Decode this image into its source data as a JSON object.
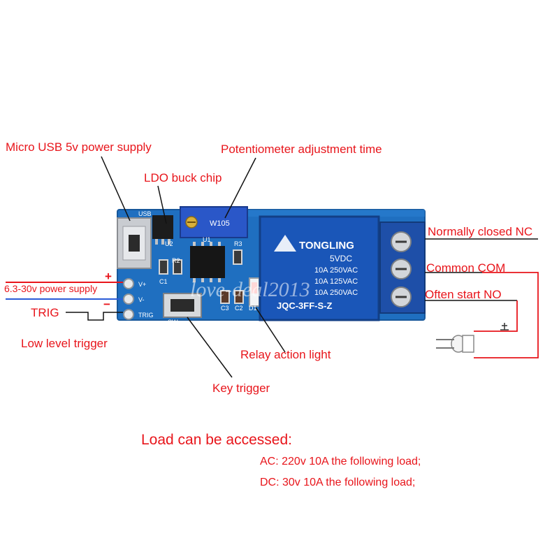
{
  "labels": {
    "micro_usb": "Micro USB 5v power supply",
    "potentiometer": "Potentiometer adjustment time",
    "ldo": "LDO buck chip",
    "normally_closed": "Normally closed NC",
    "common": "Common COM",
    "often_start": "Often start NO",
    "power_supply": "6.3-30v power supply",
    "plus": "+",
    "minus": "−",
    "trig": "TRIG",
    "low_level": "Low level trigger",
    "relay_light": "Relay action light",
    "key_trigger": "Key trigger"
  },
  "load": {
    "title": "Load can be accessed:",
    "ac": "AC: 220v 10A the following load;",
    "dc": "DC: 30v 10A the following load;"
  },
  "relay": {
    "brand": "TONGLING",
    "voltage": "5VDC",
    "rating1": "10A 250VAC",
    "rating2": "10A 125VAC",
    "rating3": "10A 250VAC",
    "model": "JQC-3FF-S-Z"
  },
  "board": {
    "usb": "USB",
    "u2": "U2",
    "u1": "U1",
    "r3": "R3",
    "c1": "C1",
    "r2": "R2",
    "c3": "C3",
    "c2": "C2",
    "d1": "D1",
    "sw": "SW",
    "vplus": "V+",
    "vminus": "V-",
    "trig": "TRIG",
    "pot": "W105"
  },
  "watermark": "love-deal2013",
  "colors": {
    "label": "#e8151b",
    "pcb": "#1f6fc0",
    "relay": "#1a56b8",
    "terminal": "#1e4fa8"
  }
}
